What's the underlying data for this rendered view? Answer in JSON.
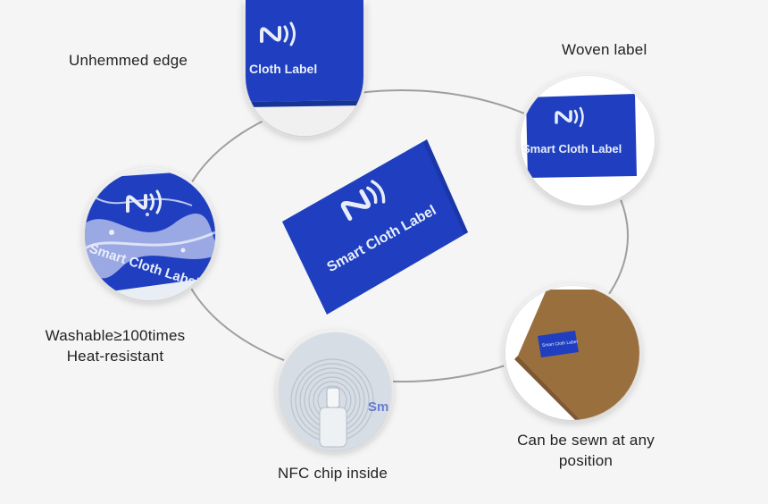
{
  "captions": {
    "unhemmed": "Unhemmed edge",
    "woven": "Woven label",
    "washable_line1": "Washable≥100times",
    "washable_line2": "Heat-resistant",
    "nfc": "NFC chip inside",
    "sewn_line1": "Can be sewn at any",
    "sewn_line2": "position"
  },
  "product": {
    "label_text": "Smart Cloth Label",
    "label_text_partial_top": "Cloth Label",
    "label_text_partial_wash": "Smart Cloth Label",
    "label_text_partial_chip": "Sm"
  },
  "icons": {
    "nfc": "nfc-wave-icon"
  },
  "colors": {
    "label_blue": "#1f3fc0",
    "label_blue_dark": "#1a36a8",
    "ring": "#9e9e9e",
    "fabric_brown": "#9a6f3e",
    "background": "#f5f5f5"
  }
}
